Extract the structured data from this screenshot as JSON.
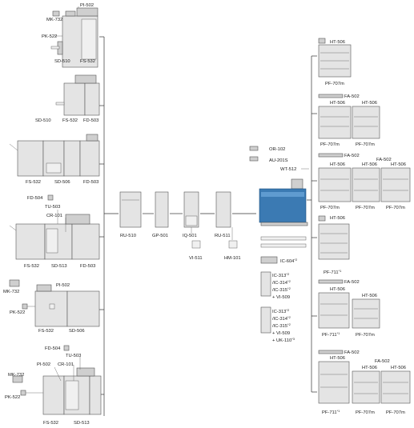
{
  "left_configs": {
    "c1": {
      "pi": "PI-502",
      "mk": "MK-732",
      "pk": "PK-522",
      "sd": "SD-510",
      "fs": "FS-532"
    },
    "c2": {
      "sd": "SD-510",
      "fs": "FS-532",
      "fd": "FD-503"
    },
    "c3": {
      "fs": "FS-532",
      "sd": "SD-506",
      "fd": "FD-503"
    },
    "c4": {
      "fd": "FD-504",
      "tu": "TU-503",
      "cr": "CR-101",
      "fs": "FS-532",
      "sd": "SD-513",
      "fd2": "FD-503"
    },
    "c5": {
      "pi": "PI-502",
      "mk": "MK-732",
      "pk": "PK-522",
      "fs": "FS-532",
      "sd": "SD-506"
    },
    "c6": {
      "fd": "FD-504",
      "tu": "TU-503",
      "pi": "PI-502",
      "cr": "CR-101",
      "mk": "MK-732",
      "pk": "PK-522",
      "fs": "FS-532",
      "sd": "SD-513"
    }
  },
  "chain": {
    "ru510": "RU-510",
    "gp501": "GP-501",
    "iq501": "IQ-501",
    "vi511": "VI-511",
    "ru511": "RU-511",
    "hm101": "HM-101"
  },
  "main": {
    "or": "OR-102",
    "au": "AU-201S",
    "wt": "WT-512",
    "ic604": "IC-604",
    "ic604_sup": "*2",
    "ic313": "IC-313",
    "ic314": "/IC-314",
    "ic315": "/IC-315",
    "s2": "*2",
    "vi509": "+ VI-509",
    "uk": "+ UK-110",
    "s3": "*3"
  },
  "right_configs": {
    "r1": {
      "ht": "HT-506",
      "pf": "PF-707m"
    },
    "r2": {
      "fa": "FA-502",
      "ht1": "HT-506",
      "ht2": "HT-506",
      "pf1": "PF-707m",
      "pf2": "PF-707m"
    },
    "r3": {
      "fa1": "FA-502",
      "fa2": "FA-502",
      "ht1": "HT-506",
      "ht2": "HT-506",
      "ht3": "HT-506",
      "pf1": "PF-707m",
      "pf2": "PF-707m",
      "pf3": "PF-707m"
    },
    "r4": {
      "ht": "HT-506",
      "pf": "PF-711",
      "s1": "*1"
    },
    "r5": {
      "fa": "FA-502",
      "ht1": "HT-506",
      "ht2": "HT-506",
      "pf1": "PF-711",
      "s1": "*1",
      "pf2": "PF-707m"
    },
    "r6": {
      "fa1": "FA-502",
      "fa2": "FA-502",
      "ht1": "HT-506",
      "ht2": "HT-506",
      "ht3": "HT-506",
      "pf1": "PF-711",
      "s1": "*1",
      "pf2": "PF-707m",
      "pf3": "PF-707m"
    }
  }
}
